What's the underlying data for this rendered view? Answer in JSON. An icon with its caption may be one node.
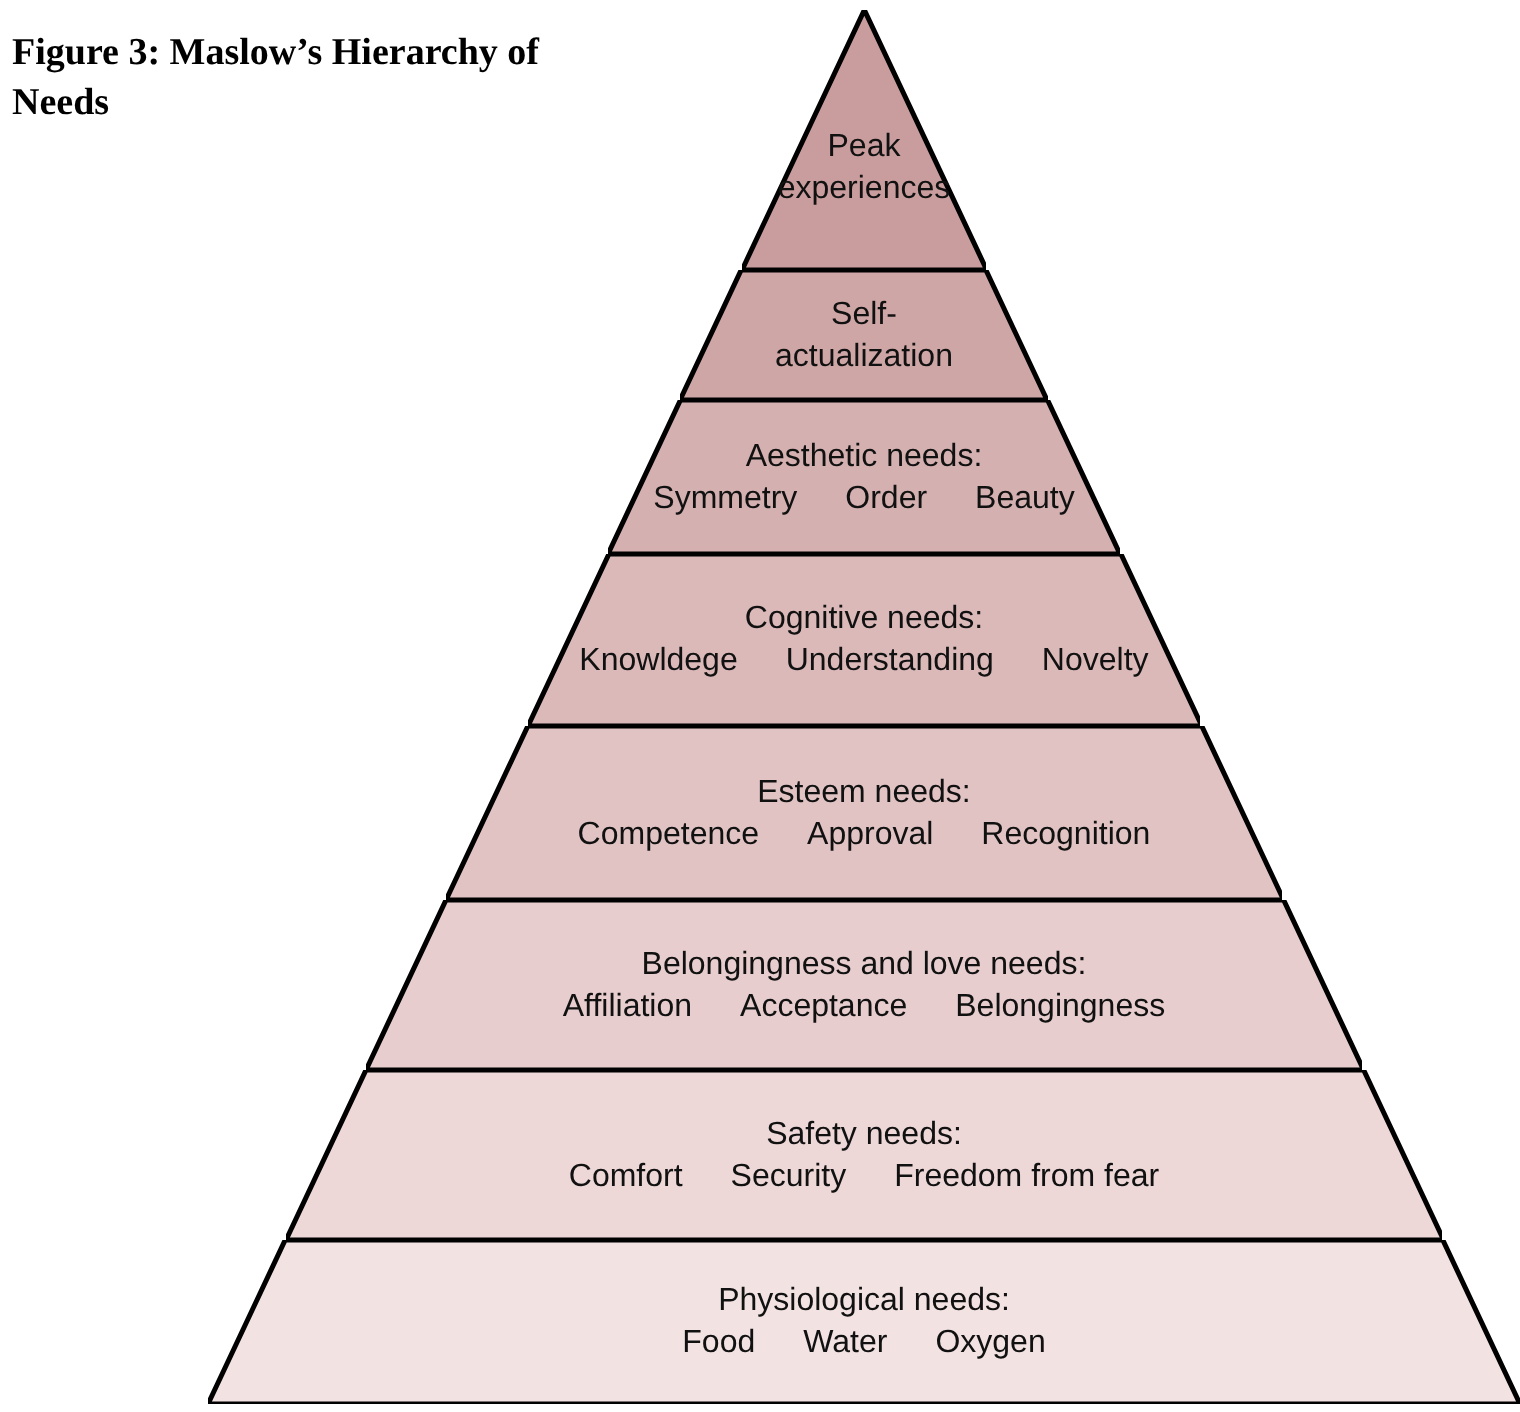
{
  "diagram": {
    "title": "Figure 3: Maslow’s Hierarchy of Needs",
    "nodes": [
      {
        "text": [
          "Peak experiences"
        ]
      },
      {
        "text": [
          "Self-actualization"
        ]
      },
      {
        "text": [
          "Aesthetic needs:",
          "Symmetry",
          "Order",
          "Beauty"
        ]
      },
      {
        "text": [
          "Cognitive needs:",
          "Knowldege",
          "Understanding",
          "Novelty"
        ]
      },
      {
        "text": [
          "Esteem needs:",
          "Competence",
          "Approval",
          "Recognition"
        ]
      },
      {
        "text": [
          "Belongingness and love needs:",
          "Affiliation",
          "Acceptance",
          "Belongingness"
        ]
      },
      {
        "text": [
          "Safety needs:",
          "Comfort",
          "Security",
          "Freedom from fear"
        ]
      },
      {
        "text": [
          "Physiological needs:",
          "Food",
          "Water",
          "Oxygen"
        ]
      }
    ]
  }
}
